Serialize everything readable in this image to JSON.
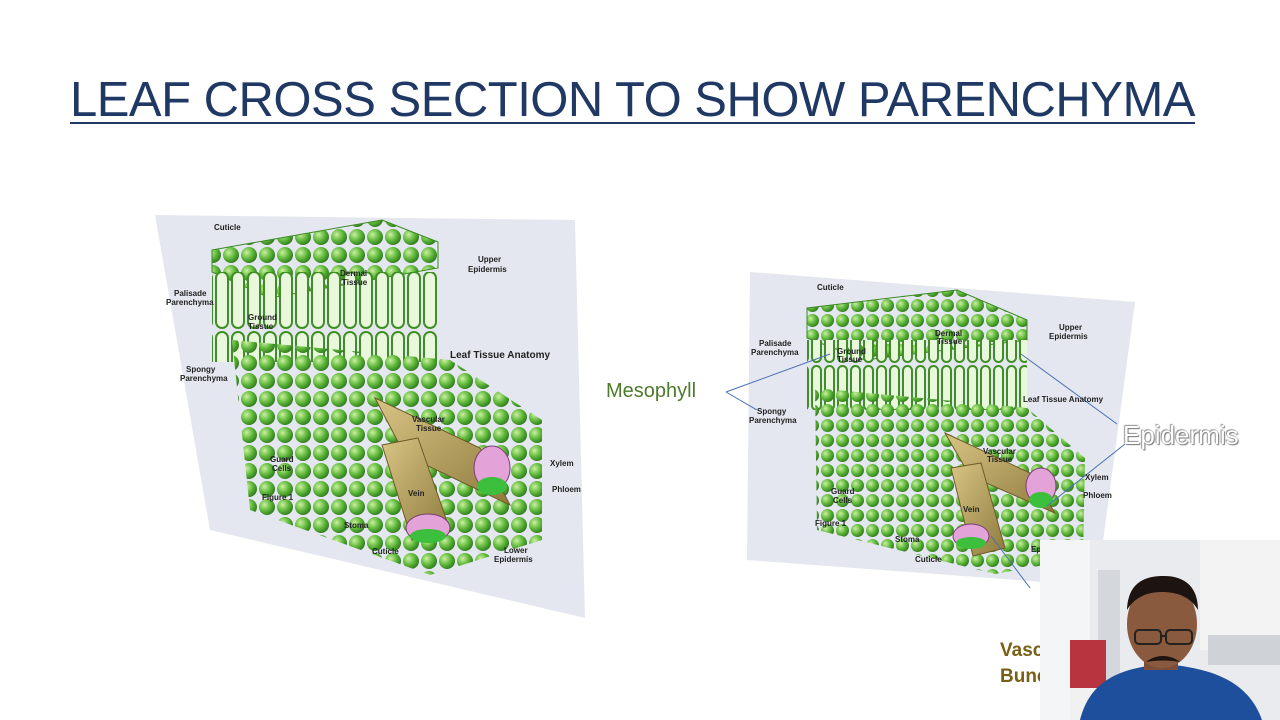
{
  "slide": {
    "title": "LEAF CROSS SECTION TO SHOW PARENCHYMA"
  },
  "figure_left": {
    "title": "Leaf Tissue Anatomy",
    "figure_label": "Figure 1",
    "labels": {
      "cuticle_top": "Cuticle",
      "upper_epidermis_1": "Upper",
      "upper_epidermis_2": "Epidermis",
      "dermal_tissue_1": "Dermal",
      "dermal_tissue_2": "Tissue",
      "palisade_1": "Palisade",
      "palisade_2": "Parenchyma",
      "ground_tissue_1": "Ground",
      "ground_tissue_2": "Tissue",
      "spongy_1": "Spongy",
      "spongy_2": "Parenchyma",
      "vascular_1": "Vascular",
      "vascular_2": "Tissue",
      "xylem": "Xylem",
      "phloem": "Phloem",
      "guard_1": "Guard",
      "guard_2": "Cells",
      "vein": "Vein",
      "stoma": "Stoma",
      "cuticle_bottom": "Cuticle",
      "lower_epidermis_1": "Lower",
      "lower_epidermis_2": "Epidermis"
    }
  },
  "figure_right": {
    "title": "Leaf Tissue Anatomy",
    "figure_label": "Figure 1",
    "labels": {
      "cuticle_top": "Cuticle",
      "upper_epidermis_1": "Upper",
      "upper_epidermis_2": "Epidermis",
      "dermal_tissue_1": "Dermal",
      "dermal_tissue_2": "Tissue",
      "palisade_1": "Palisade",
      "palisade_2": "Parenchyma",
      "ground_tissue_1": "Ground",
      "ground_tissue_2": "Tissue",
      "spongy_1": "Spongy",
      "spongy_2": "Parenchyma",
      "vascular_1": "Vascular",
      "vascular_2": "Tissue",
      "xylem": "Xylem",
      "phloem": "Phloem",
      "guard_1": "Guard",
      "guard_2": "Cells",
      "vein": "Vein",
      "stoma": "Stoma",
      "cuticle_bottom": "Cuticle",
      "lower_epidermis_short": "Epi"
    }
  },
  "annotations": {
    "mesophyll": "Mesophyll",
    "epidermis": "Epidermis",
    "vascular_1": "Vasc",
    "vascular_2": "Bunc"
  },
  "colors": {
    "title": "#1f3864",
    "mesophyll": "#4e7a2c",
    "vascular_bundle": "#7a6014",
    "leaf_green": "#5fb83a",
    "vein_tan": "#b9a35e",
    "xylem_pink": "#e3a3d8",
    "pointer_line": "#4a6fb5"
  }
}
